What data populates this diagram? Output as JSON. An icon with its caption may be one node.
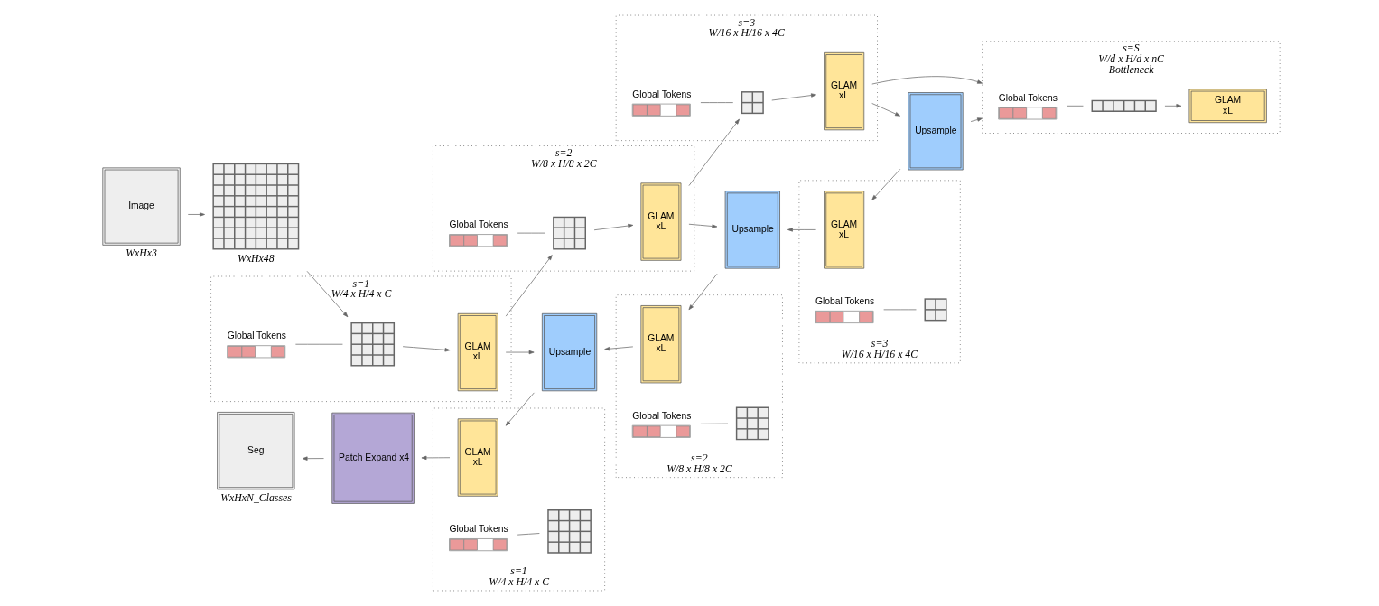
{
  "diagram": {
    "nodes": [
      {
        "text": [
          "Image"
        ],
        "beside": [
          "WxHx3"
        ]
      },
      {
        "text": [],
        "shape": "picture",
        "beside": [
          "WxHx48"
        ]
      },
      {
        "text": [
          "s=1",
          "W/4 x H/4 x C"
        ]
      },
      {
        "text": [
          "Global Tokens"
        ],
        "in": 2
      },
      {
        "text": [],
        "shape": "picture",
        "in": 2
      },
      {
        "text": [
          "GLAM",
          "xL"
        ],
        "in": 2
      },
      {
        "text": [
          "s=2",
          "W/8 x H/8 x 2C"
        ]
      },
      {
        "text": [
          "Global Tokens"
        ],
        "in": 6
      },
      {
        "text": [],
        "shape": "picture",
        "in": 6
      },
      {
        "text": [
          "GLAM",
          "xL"
        ],
        "in": 6
      },
      {
        "text": [
          "s=3",
          "W/16 x H/16 x 4C"
        ]
      },
      {
        "text": [
          "Global Tokens"
        ],
        "in": 10
      },
      {
        "text": [],
        "shape": "picture",
        "in": 10
      },
      {
        "text": [
          "GLAM",
          "xL"
        ],
        "in": 10
      },
      {
        "text": [
          "s=S",
          "W/d x H/d x nC",
          "Bottleneck"
        ]
      },
      {
        "text": [
          "Global Tokens"
        ],
        "in": 14
      },
      {
        "text": [],
        "shape": "picture",
        "in": 14
      },
      {
        "text": [
          "GLAM",
          "xL"
        ],
        "in": 14
      },
      {
        "text": [
          "Seg"
        ],
        "beside": [
          "WxHxN_Classes"
        ]
      },
      {
        "text": [
          "Patch Expand x4"
        ]
      },
      {
        "text": [
          "s=1",
          "W/4 x H/4 x C"
        ]
      },
      {
        "text": [
          "Global Tokens"
        ],
        "in": 20
      },
      {
        "text": [
          "GLAM",
          "xL"
        ],
        "in": 20
      },
      {
        "text": [],
        "shape": "picture",
        "in": 20
      },
      {
        "text": [
          "Upsample"
        ]
      },
      {
        "text": [
          "s=2",
          "W/8 x H/8 x 2C"
        ]
      },
      {
        "text": [
          "Global Tokens"
        ],
        "in": 25
      },
      {
        "text": [
          "GLAM",
          "xL"
        ],
        "in": 25
      },
      {
        "text": [],
        "shape": "picture",
        "in": 25
      },
      {
        "text": [
          "Upsample"
        ]
      },
      {
        "text": [
          "s=3",
          "W/16 x H/16 x 4C"
        ]
      },
      {
        "text": [
          "Global Tokens"
        ],
        "in": 30
      },
      {
        "text": [
          "GLAM",
          "xL"
        ],
        "in": 30
      },
      {
        "text": [],
        "shape": "picture",
        "in": 30
      },
      {
        "text": [
          "Upsample"
        ]
      }
    ],
    "edges": [
      {
        "from": 0,
        "to": 1,
        "arrow": "to"
      },
      {
        "from": 1,
        "to": 4,
        "arrow": "to"
      },
      {
        "from": 3,
        "to": 4,
        "arrow": "none"
      },
      {
        "from": 4,
        "to": 5,
        "arrow": "to"
      },
      {
        "from": 5,
        "to": 8,
        "arrow": "to"
      },
      {
        "from": 7,
        "to": 8,
        "arrow": "none"
      },
      {
        "from": 8,
        "to": 9,
        "arrow": "to"
      },
      {
        "from": 9,
        "to": 12,
        "arrow": "to"
      },
      {
        "from": 11,
        "to": 12,
        "arrow": "none"
      },
      {
        "from": 12,
        "to": 13,
        "arrow": "to"
      },
      {
        "from": 13,
        "to": 14,
        "arrow": "to"
      },
      {
        "from": 15,
        "to": 16,
        "arrow": "none"
      },
      {
        "from": 16,
        "to": 17,
        "arrow": "to"
      },
      {
        "from": 5,
        "to": 24,
        "arrow": "to"
      },
      {
        "from": 9,
        "to": 29,
        "arrow": "to"
      },
      {
        "from": 13,
        "to": 34,
        "arrow": "to"
      },
      {
        "from": 34,
        "to": 14,
        "arrow": "to"
      },
      {
        "from": 34,
        "to": 32,
        "arrow": "to"
      },
      {
        "from": 31,
        "to": 33,
        "arrow": "none"
      },
      {
        "from": 32,
        "to": 29,
        "arrow": "to"
      },
      {
        "from": 29,
        "to": 27,
        "arrow": "to"
      },
      {
        "from": 26,
        "to": 28,
        "arrow": "none"
      },
      {
        "from": 27,
        "to": 24,
        "arrow": "to"
      },
      {
        "from": 24,
        "to": 22,
        "arrow": "to"
      },
      {
        "from": 21,
        "to": 23,
        "arrow": "none"
      },
      {
        "from": 22,
        "to": 19,
        "arrow": "to"
      },
      {
        "from": 19,
        "to": 18,
        "arrow": "to"
      }
    ]
  }
}
